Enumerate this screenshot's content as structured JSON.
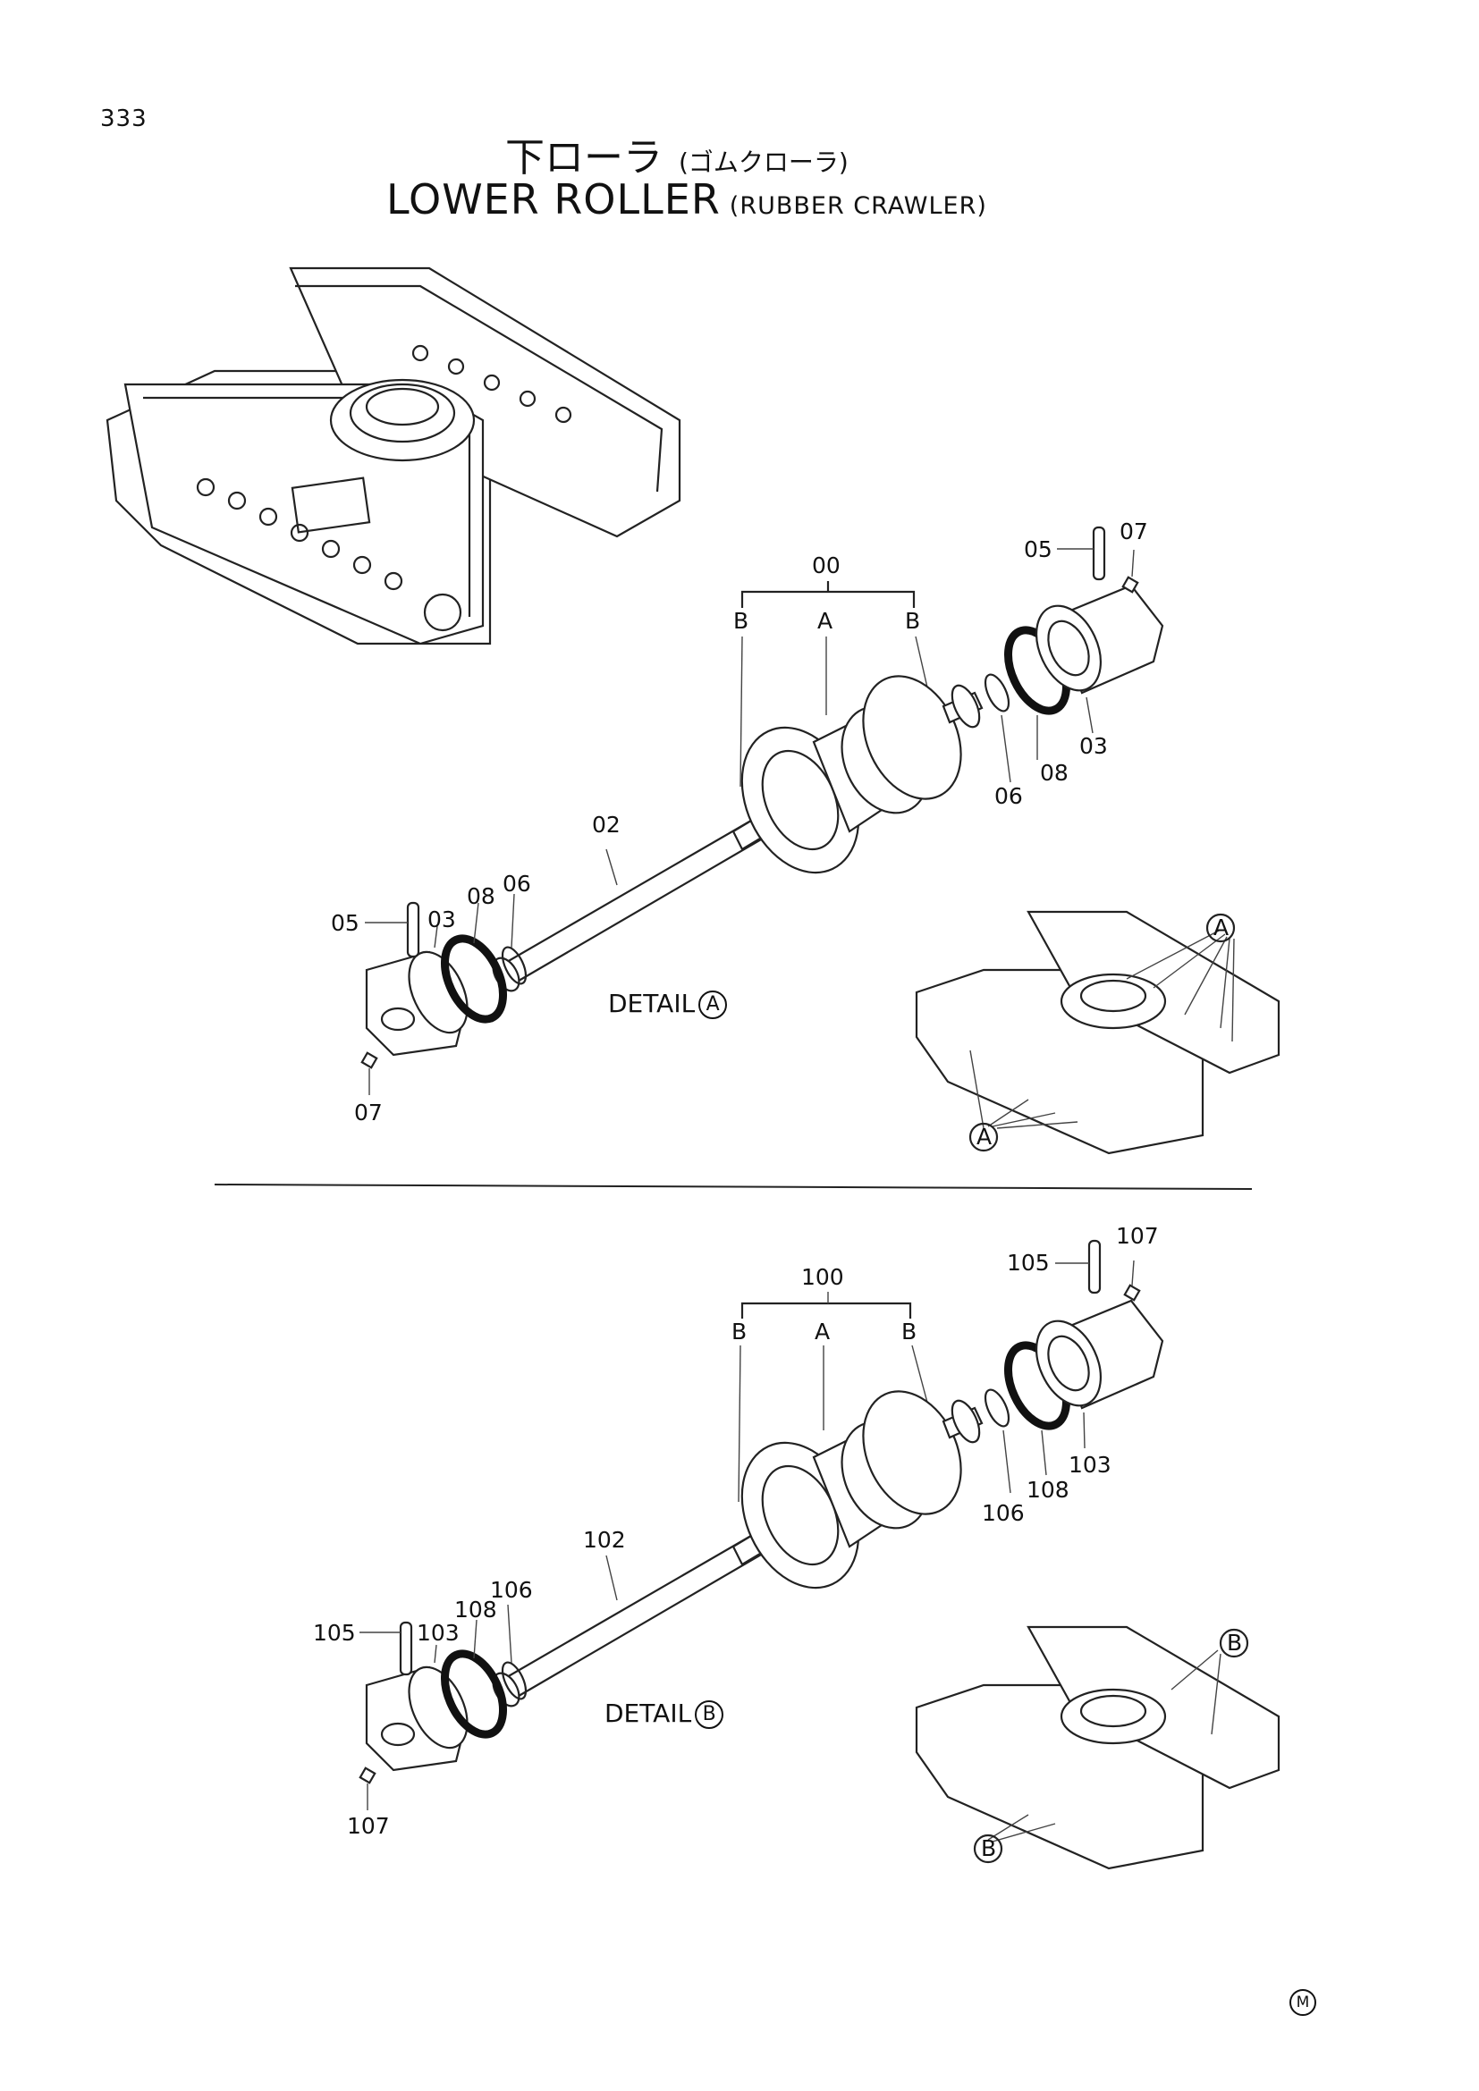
{
  "page_number": "333",
  "title_jp": "下ローラ",
  "title_jp_sub": "(ゴムクローラ)",
  "title_en": "LOWER ROLLER",
  "title_en_sub": "(RUBBER CRAWLER)",
  "section_a": {
    "detail_text": "DETAIL",
    "detail_letter": "A",
    "labels": {
      "assembly": "00",
      "center": "A",
      "flange_left": "B",
      "flange_right": "B",
      "shaft": "02",
      "collar_left": "03",
      "collar_right": "03",
      "seal_left": "08",
      "seal_right": "08",
      "oring_left": "06",
      "oring_right": "06",
      "pin_left": "05",
      "pin_right": "05",
      "plug_left": "07",
      "plug_right": "07"
    },
    "callout_letter": "A"
  },
  "section_b": {
    "detail_text": "DETAIL",
    "detail_letter": "B",
    "labels": {
      "assembly": "100",
      "center": "A",
      "flange_left": "B",
      "flange_right": "B",
      "shaft": "102",
      "collar_left": "103",
      "collar_right": "103",
      "seal_left": "108",
      "seal_right": "108",
      "oring_left": "106",
      "oring_right": "106",
      "pin_left": "105",
      "pin_right": "105",
      "plug_left": "107",
      "plug_right": "107"
    },
    "callout_letter": "B"
  },
  "footer_mark": "M"
}
